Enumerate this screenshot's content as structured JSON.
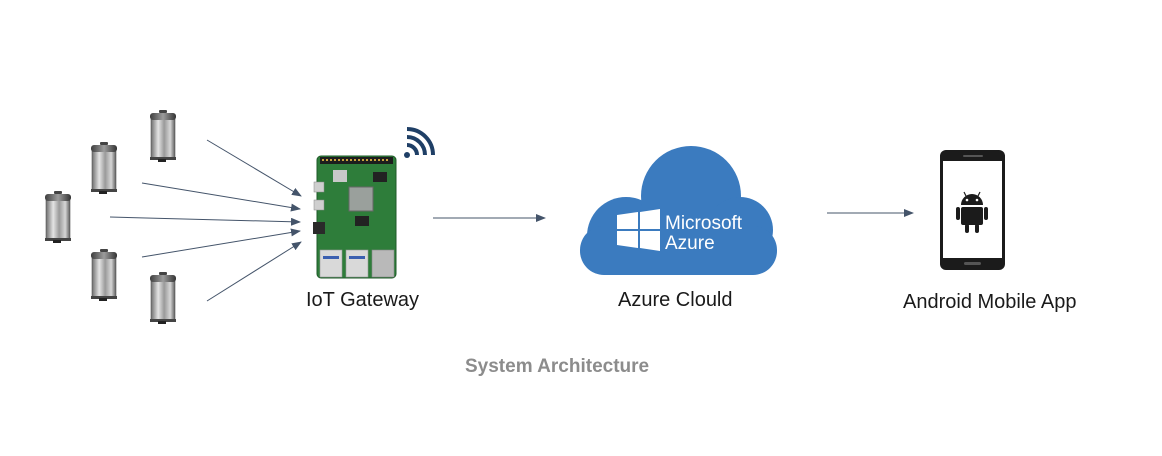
{
  "nodes": {
    "gateway": {
      "label": "IoT Gateway"
    },
    "cloud": {
      "label": "Azure Clould",
      "logo_line1": "Microsoft",
      "logo_line2": "Azure"
    },
    "app": {
      "label": "Android Mobile App"
    }
  },
  "caption": "System Architecture",
  "icons": {
    "bins": "trash-can-icon",
    "gateway": "raspberry-pi-board-icon",
    "wireless": "wifi-signal-icon",
    "cloud": "azure-cloud-icon",
    "phone": "android-phone-icon"
  },
  "colors": {
    "arrow": "#44546a",
    "azure_blue": "#3b7bbf",
    "wifi": "#1f3f66",
    "caption": "#8c8c8c",
    "board_green": "#2e7d3a"
  }
}
